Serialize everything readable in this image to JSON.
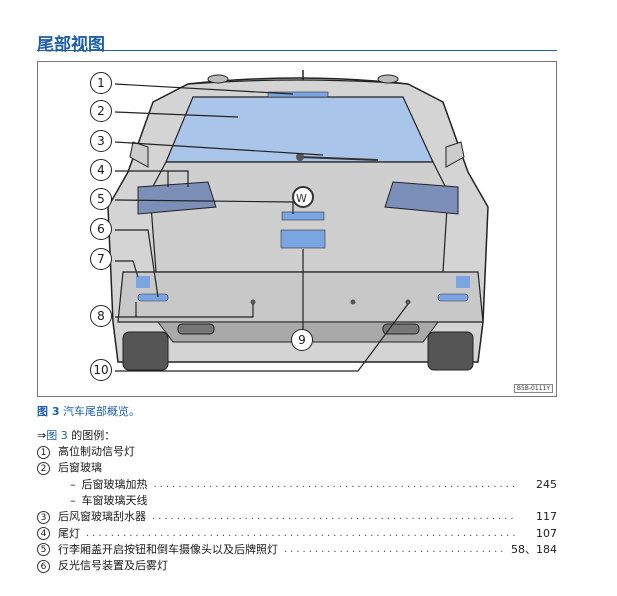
{
  "title": "尾部视图",
  "figure": {
    "code": "B5B-0111Y",
    "callouts": [
      "1",
      "2",
      "3",
      "4",
      "5",
      "6",
      "7",
      "8",
      "9",
      "10"
    ]
  },
  "caption": {
    "label": "图 3",
    "text": "汽车尾部概览。"
  },
  "reference": {
    "arrow": "⇒",
    "link": "图 3",
    "text": "的图例："
  },
  "legend": [
    {
      "num": "1",
      "label": "高位制动信号灯",
      "page": ""
    },
    {
      "num": "2",
      "label": "后窗玻璃",
      "page": ""
    },
    {
      "sub": true,
      "label": "后窗玻璃加热",
      "page": "245"
    },
    {
      "sub": true,
      "label": "车窗玻璃天线",
      "page": ""
    },
    {
      "num": "3",
      "label": "后风窗玻璃刮水器",
      "page": "117"
    },
    {
      "num": "4",
      "label": "尾灯",
      "page": "107"
    },
    {
      "num": "5",
      "label": "行李厢盖开启按钮和倒车摄像头以及后牌照灯",
      "page": "58、184"
    },
    {
      "num": "6",
      "label": "反光信号装置及后雾灯",
      "page": ""
    }
  ]
}
